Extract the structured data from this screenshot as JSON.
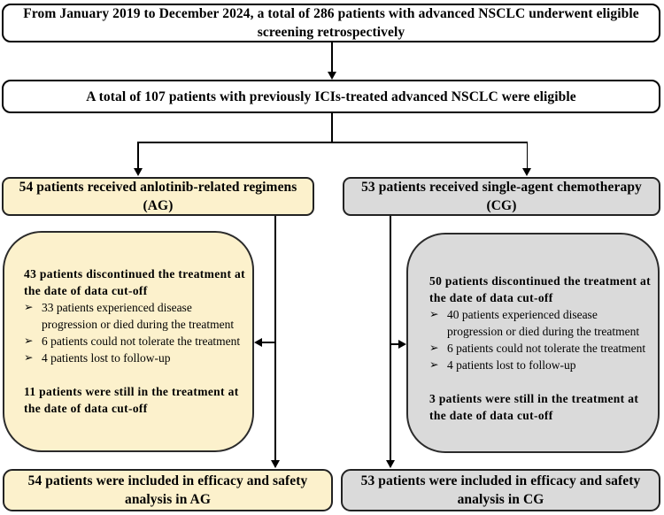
{
  "diagram": {
    "title_semantic": "Patient screening and allocation flowchart",
    "bullet_glyph": "➢",
    "colors": {
      "ag_fill": "#FCF1CC",
      "cg_fill": "#DADADA",
      "line": "#000000",
      "box_bg": "#FFFFFF"
    },
    "screening_box": "From January 2019 to December 2024, a total of 286 patients with advanced NSCLC underwent eligible screening retrospectively",
    "eligible_box": "A total of 107 patients with previously ICIs-treated advanced NSCLC were eligible",
    "ag": {
      "allocation": "54 patients received anlotinib-related regimens (AG)",
      "discontinued_header": "43 patients discontinued the treatment at the date of data cut-off",
      "reasons": [
        "33 patients experienced disease progression or died during the treatment",
        "6 patients could not tolerate the treatment",
        "4 patients lost to follow-up"
      ],
      "still_in_treatment": "11 patients were still in the treatment at the date of data cut-off",
      "final": "54 patients were included in efficacy and safety analysis in AG"
    },
    "cg": {
      "allocation": "53 patients received single-agent chemotherapy (CG)",
      "discontinued_header": "50 patients discontinued the treatment at the date of data cut-off",
      "reasons": [
        "40 patients experienced disease progression or died during the treatment",
        "6 patients could not tolerate the treatment",
        "4 patients lost to follow-up"
      ],
      "still_in_treatment": "3 patients were still in the treatment at the date of data cut-off",
      "final": "53 patients were included in efficacy and safety analysis in CG"
    }
  }
}
